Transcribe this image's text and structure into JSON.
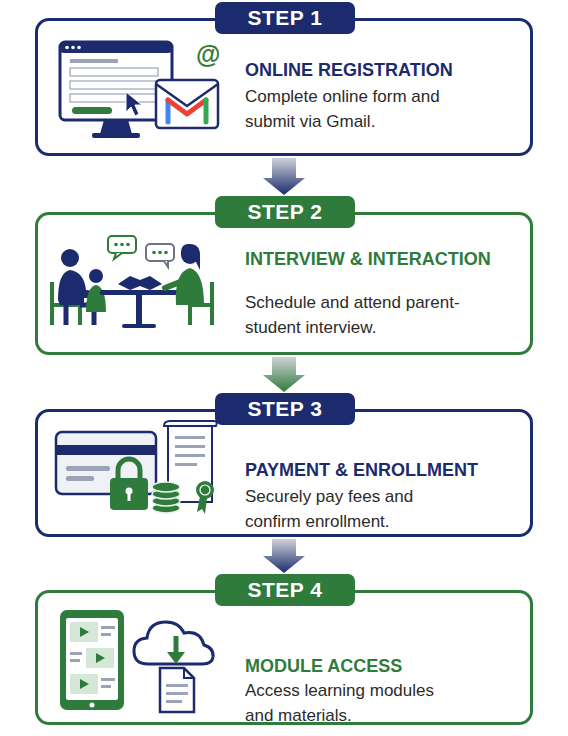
{
  "diagram": {
    "nodes": [
      {
        "text": [
          "STEP 1",
          "ONLINE REGISTRATION",
          "Complete online form and submit via Gmail."
        ]
      },
      {
        "text": [
          "STEP 2",
          "INTERVIEW & INTERACTION",
          "Schedule and attend parent-student interview."
        ]
      },
      {
        "text": [
          "STEP 3",
          "PAYMENT & ENROLLMENT",
          "Securely pay fees and confirm enrollment."
        ]
      },
      {
        "text": [
          "STEP 4",
          "MODULE ACCESS",
          "Access learning modules and materials."
        ]
      }
    ],
    "edges": [
      {
        "from": 0,
        "to": 1,
        "arrow": "to"
      },
      {
        "from": 1,
        "to": 2,
        "arrow": "to"
      },
      {
        "from": 2,
        "to": 3,
        "arrow": "to"
      }
    ],
    "labels": [
      "@"
    ]
  }
}
